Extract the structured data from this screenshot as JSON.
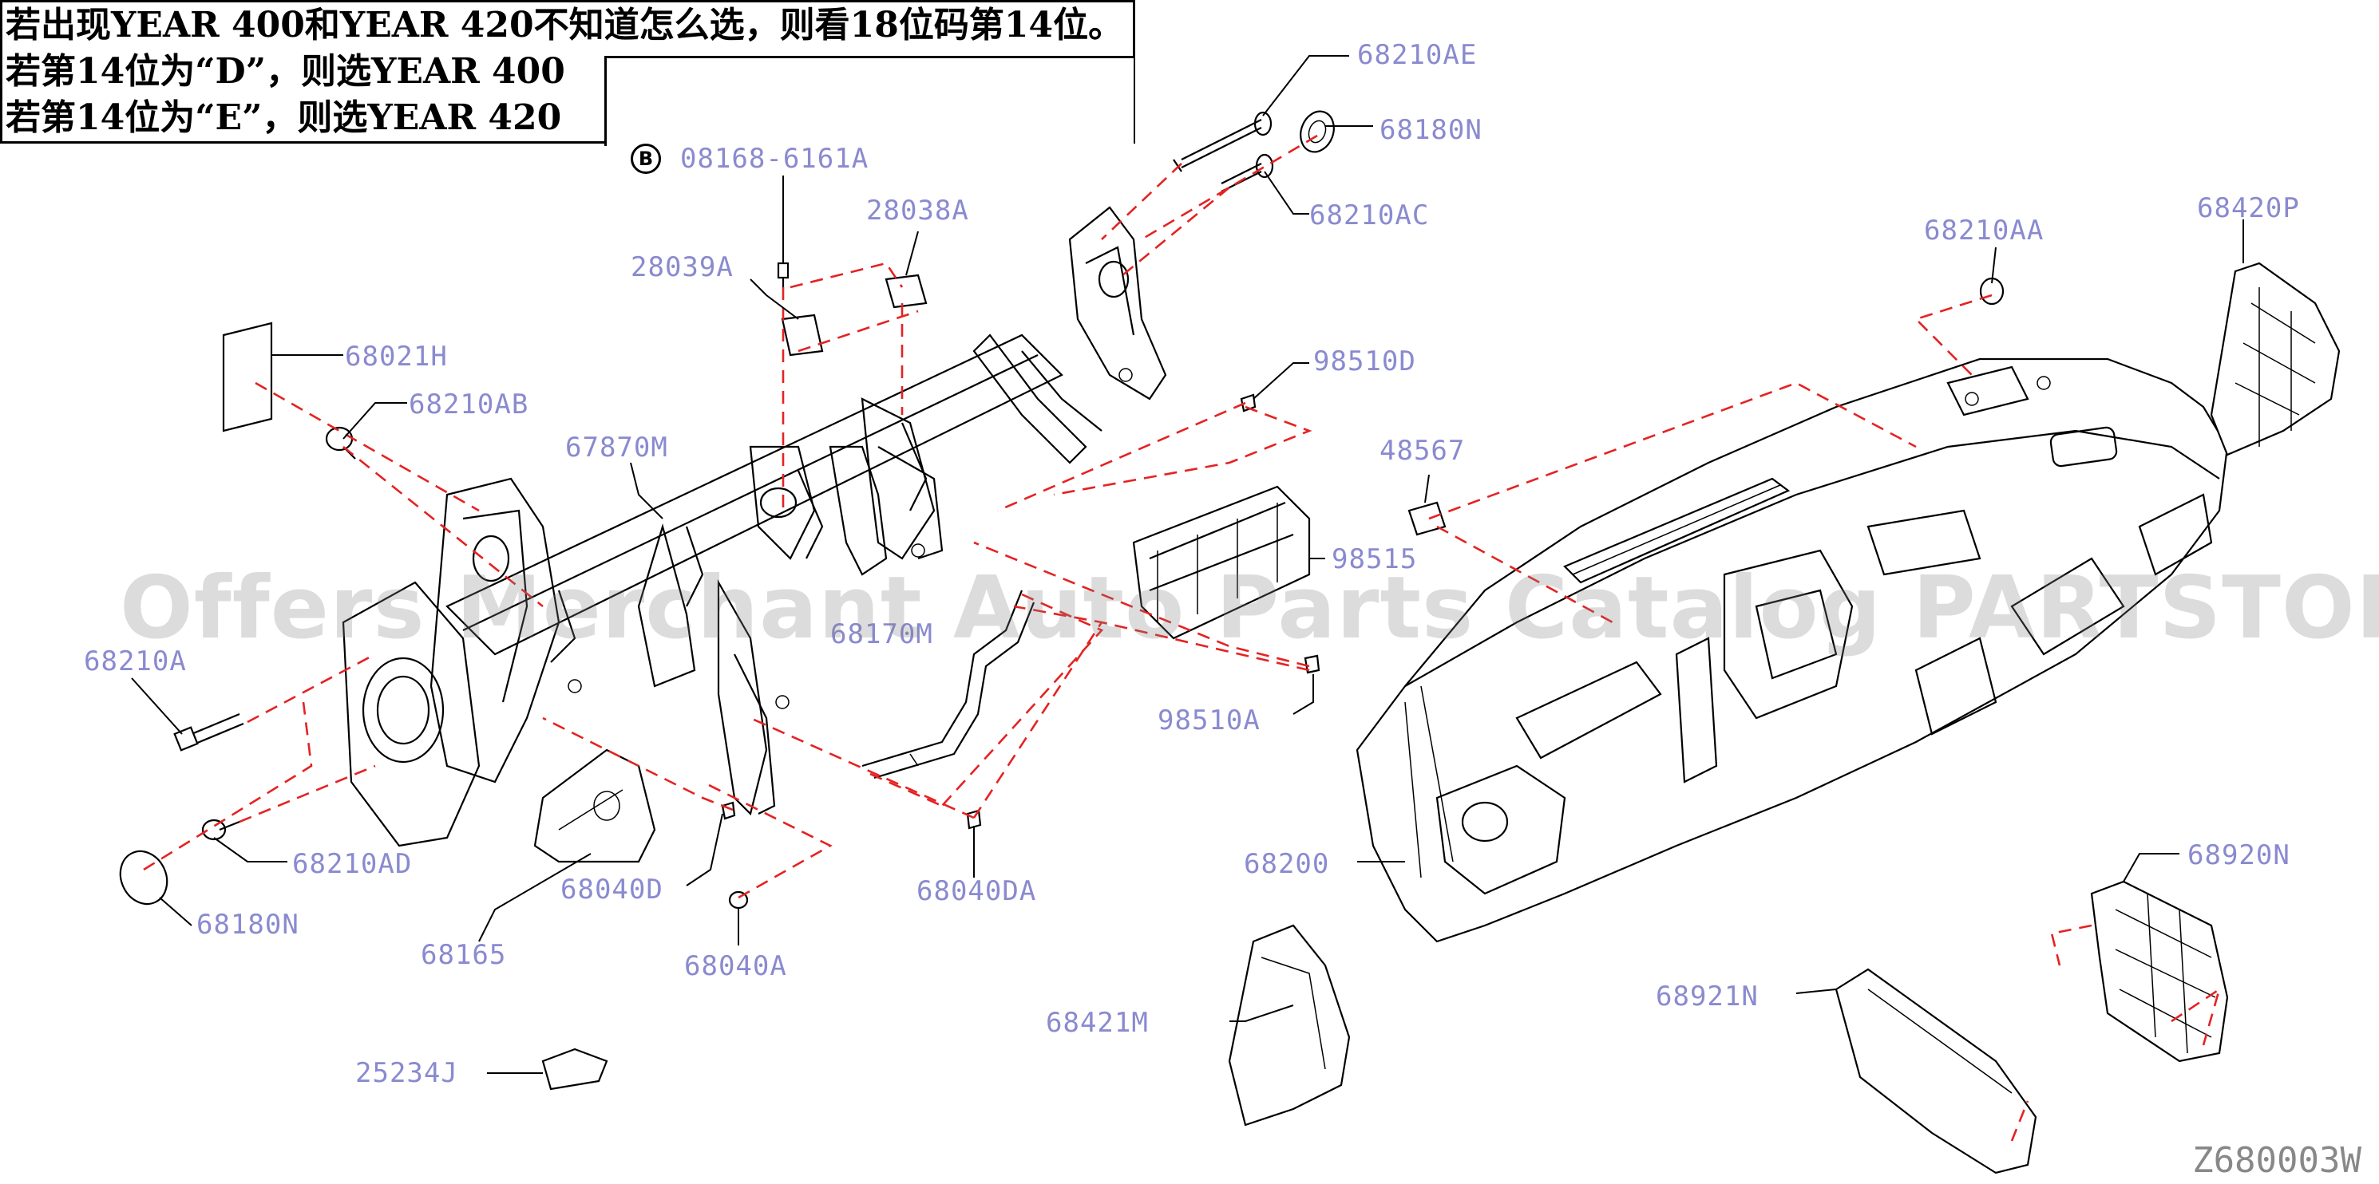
{
  "notes": [
    "若出现YEAR 400和YEAR 420不知道怎么选，则看18位码第14位。",
    "若第14位为“D”，则选YEAR 400",
    "若第14位为“E”，则选YEAR 420"
  ],
  "callouts": {
    "p68210AE": "68210AE",
    "p68180N_top": "68180N",
    "p68210AC": "68210AC",
    "p08168": "08168-6161A",
    "p28038A": "28038A",
    "p28039A": "28039A",
    "p68021H": "68021H",
    "p68210AB": "68210AB",
    "p67870M": "67870M",
    "p98510D": "98510D",
    "p48567": "48567",
    "p98515": "98515",
    "p68210AA": "68210AA",
    "p68420P": "68420P",
    "p68210A": "68210A",
    "p68170M": "68170M",
    "p98510A": "98510A",
    "p68210AD": "68210AD",
    "p68180N_bottom": "68180N",
    "p68165": "68165",
    "p68040D": "68040D",
    "p68040DA": "68040DA",
    "p68040A": "68040A",
    "p68200": "68200",
    "p68920N": "68920N",
    "p68921N": "68921N",
    "p68421M": "68421M",
    "p25234J": "25234J"
  },
  "b_marker": "B",
  "watermark": "Offers Merchant Auto Parts Catalog PARTSTORE.SA",
  "diagram_code": "Z680003W",
  "colors": {
    "callout_text": "#8a8ad0",
    "leader_dash": "#e52222",
    "line_art": "#000000",
    "watermark": "#828282"
  }
}
